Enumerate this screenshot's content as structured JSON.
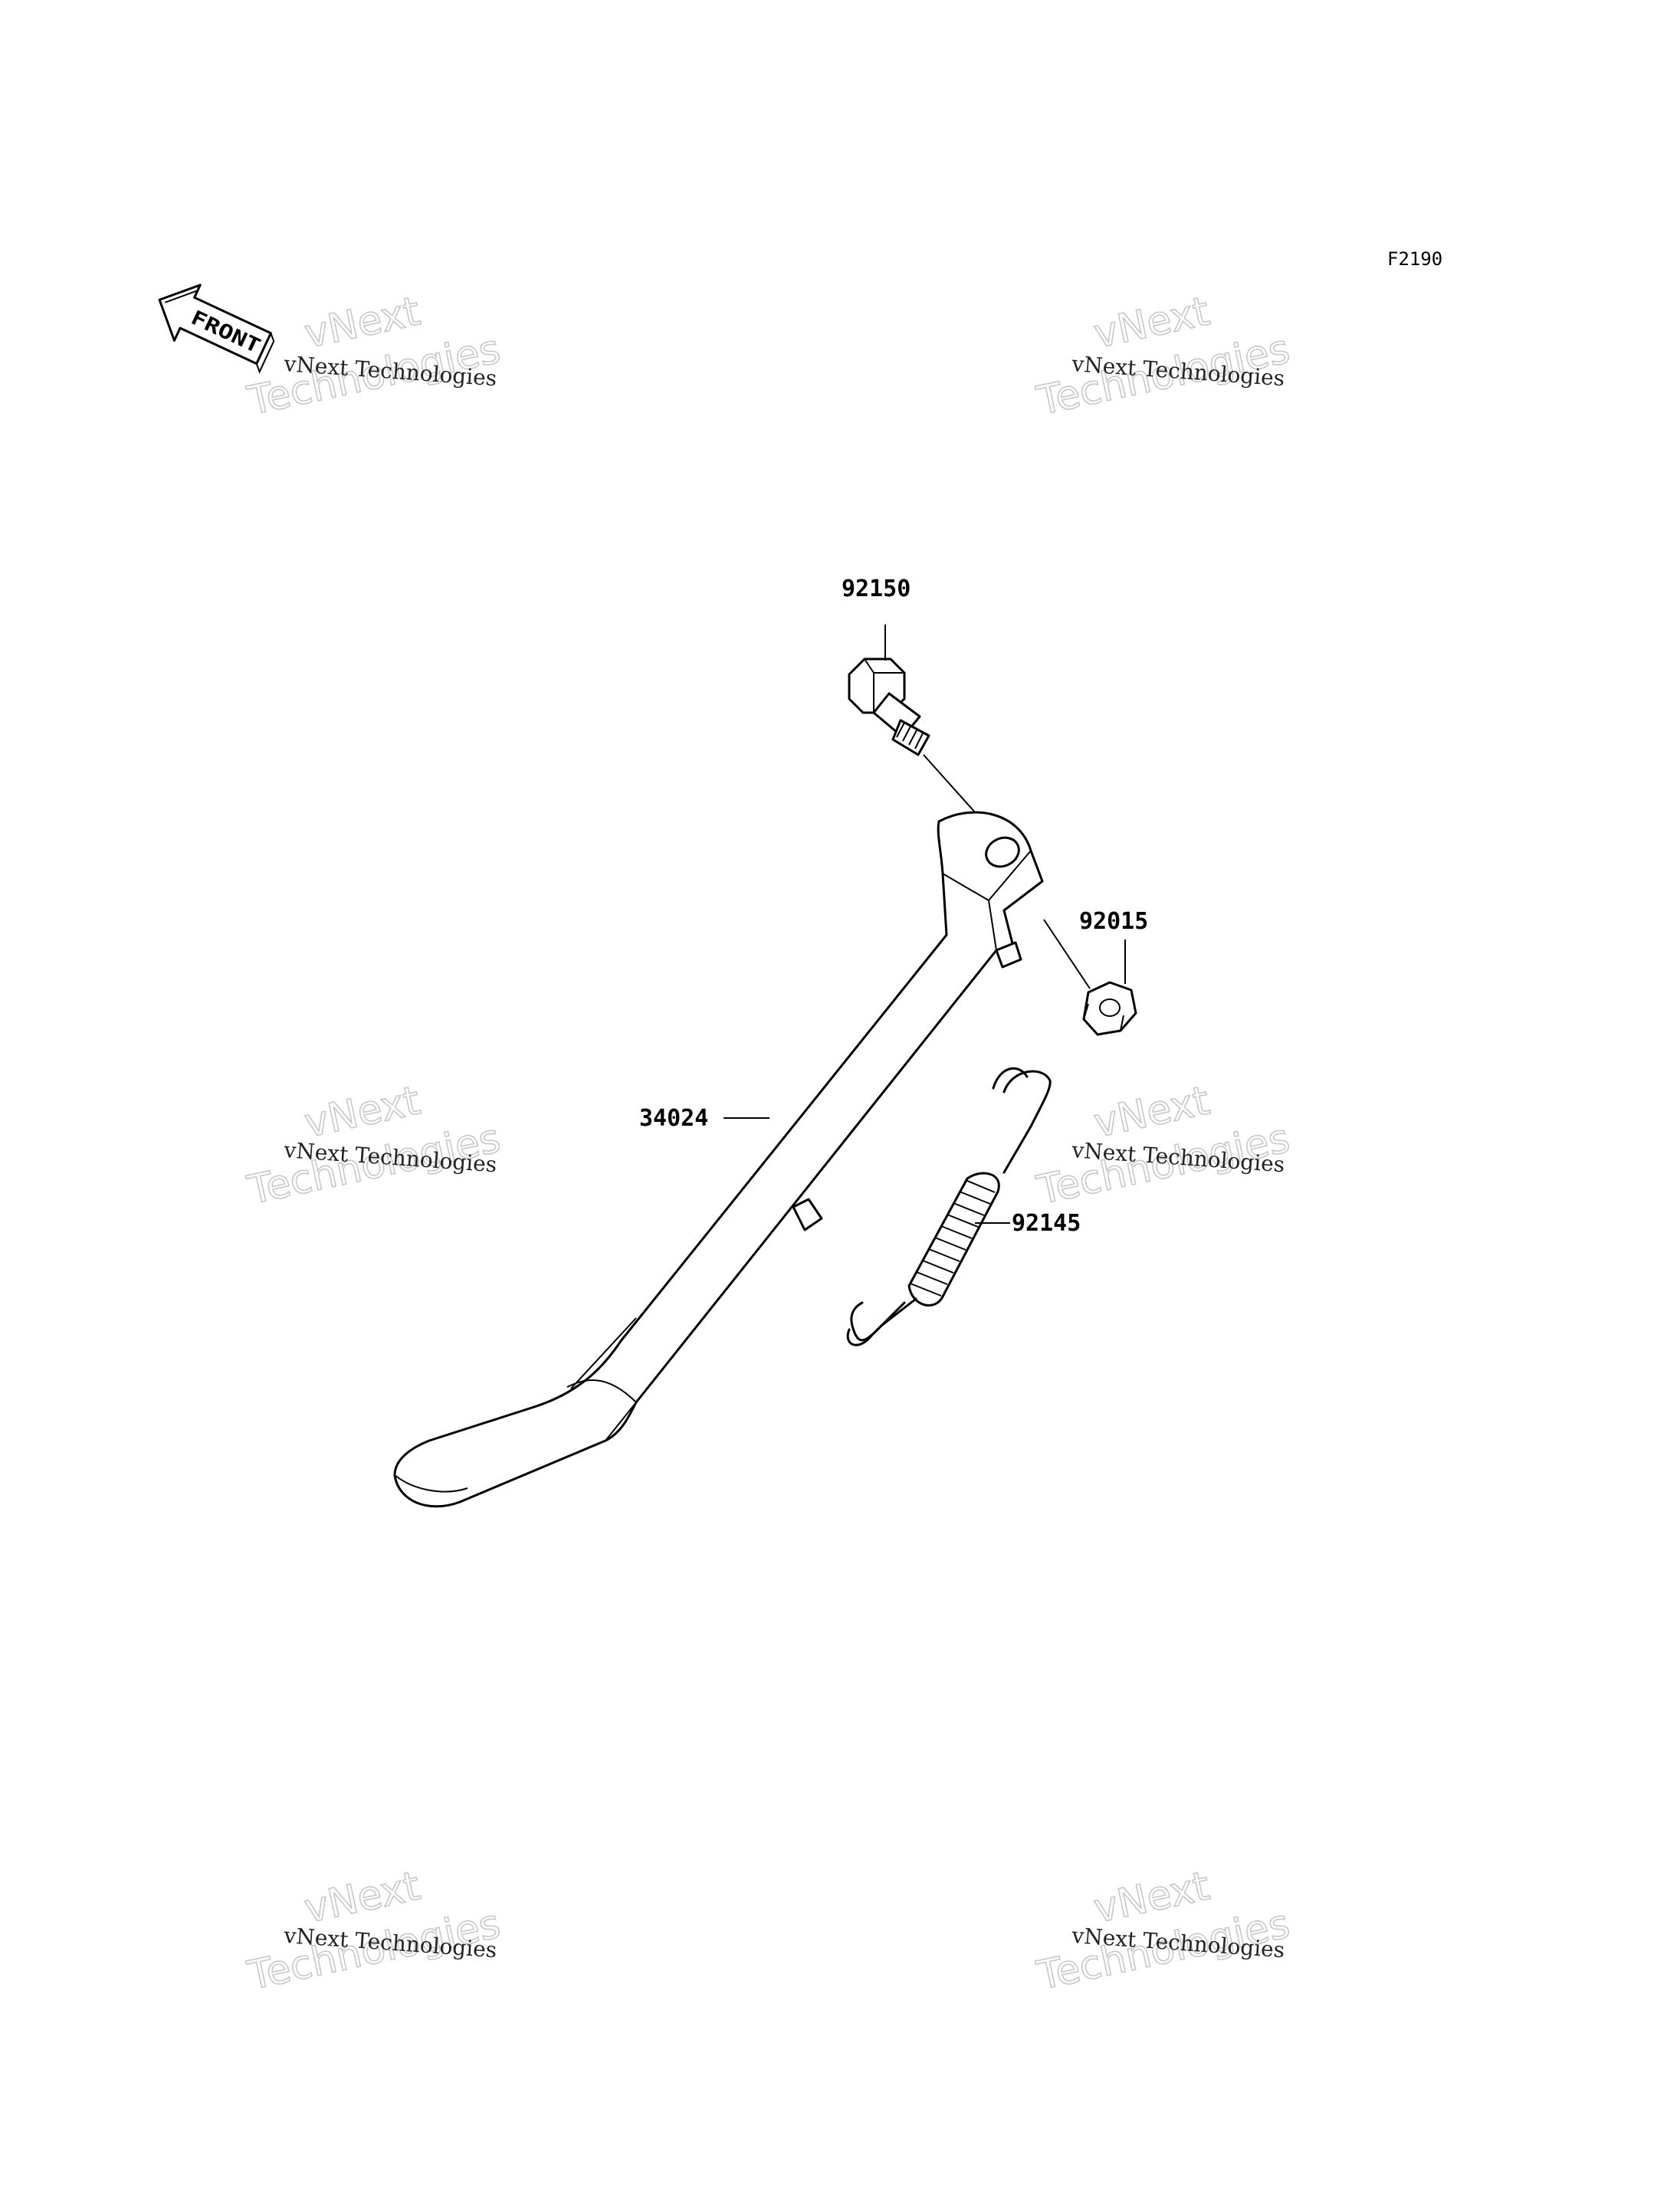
{
  "figure": {
    "code": "F2190"
  },
  "front_marker": {
    "text": "FRONT",
    "icon": "front-arrow-icon"
  },
  "watermark": {
    "line1": "vNext Technologies",
    "line2_top": "vNext",
    "line2_bottom": "Technologies"
  },
  "callouts": {
    "bolt": "92150",
    "nut": "92015",
    "stand": "34024",
    "spring": "92145"
  }
}
